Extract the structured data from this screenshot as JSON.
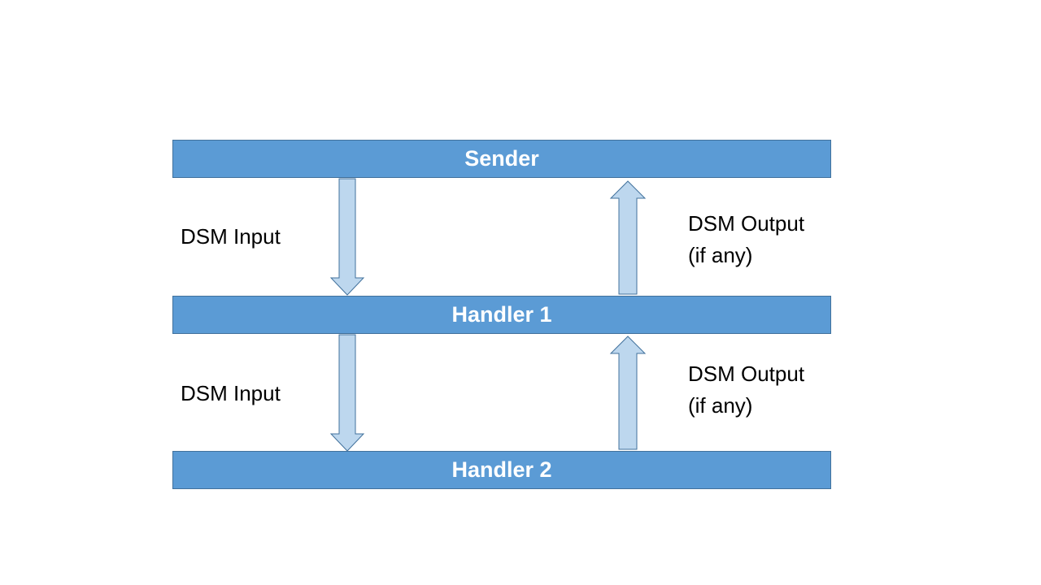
{
  "diagram": {
    "layers": {
      "sender": "Sender",
      "handler1": "Handler 1",
      "handler2": "Handler 2"
    },
    "flows": {
      "upper_input": "DSM Input",
      "upper_output_line1": "DSM Output",
      "upper_output_line2": "(if any)",
      "lower_input": "DSM Input",
      "lower_output_line1": "DSM Output",
      "lower_output_line2": "(if any)"
    },
    "colors": {
      "bar_fill": "#5b9bd5",
      "bar_border": "#41719c",
      "arrow_fill": "#bdd7ee",
      "arrow_border": "#41719c"
    }
  }
}
